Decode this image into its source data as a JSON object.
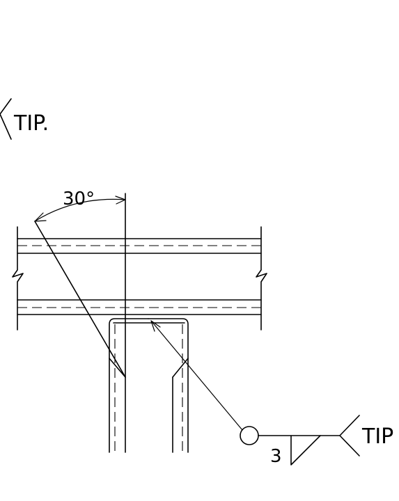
{
  "annotations": {
    "top_tip": "TIP.",
    "angle": "30°",
    "weld_size": "3",
    "weld_tip": "TIP"
  }
}
